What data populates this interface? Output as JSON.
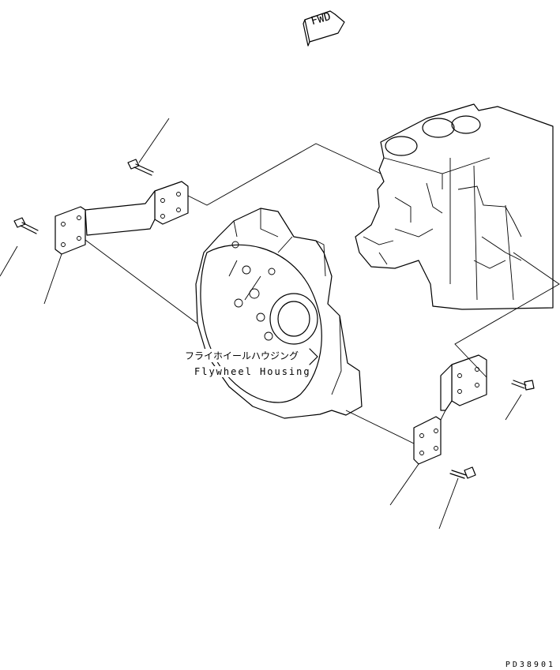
{
  "fwd_label": "FWD",
  "part_name_jp": "フライホイールハウジング",
  "part_name_en": "Flywheel Housing",
  "drawing_id": "PD38901",
  "icons": [
    "fwd-arrow-icon"
  ],
  "colors": {
    "line": "#000000",
    "background": "#ffffff"
  }
}
